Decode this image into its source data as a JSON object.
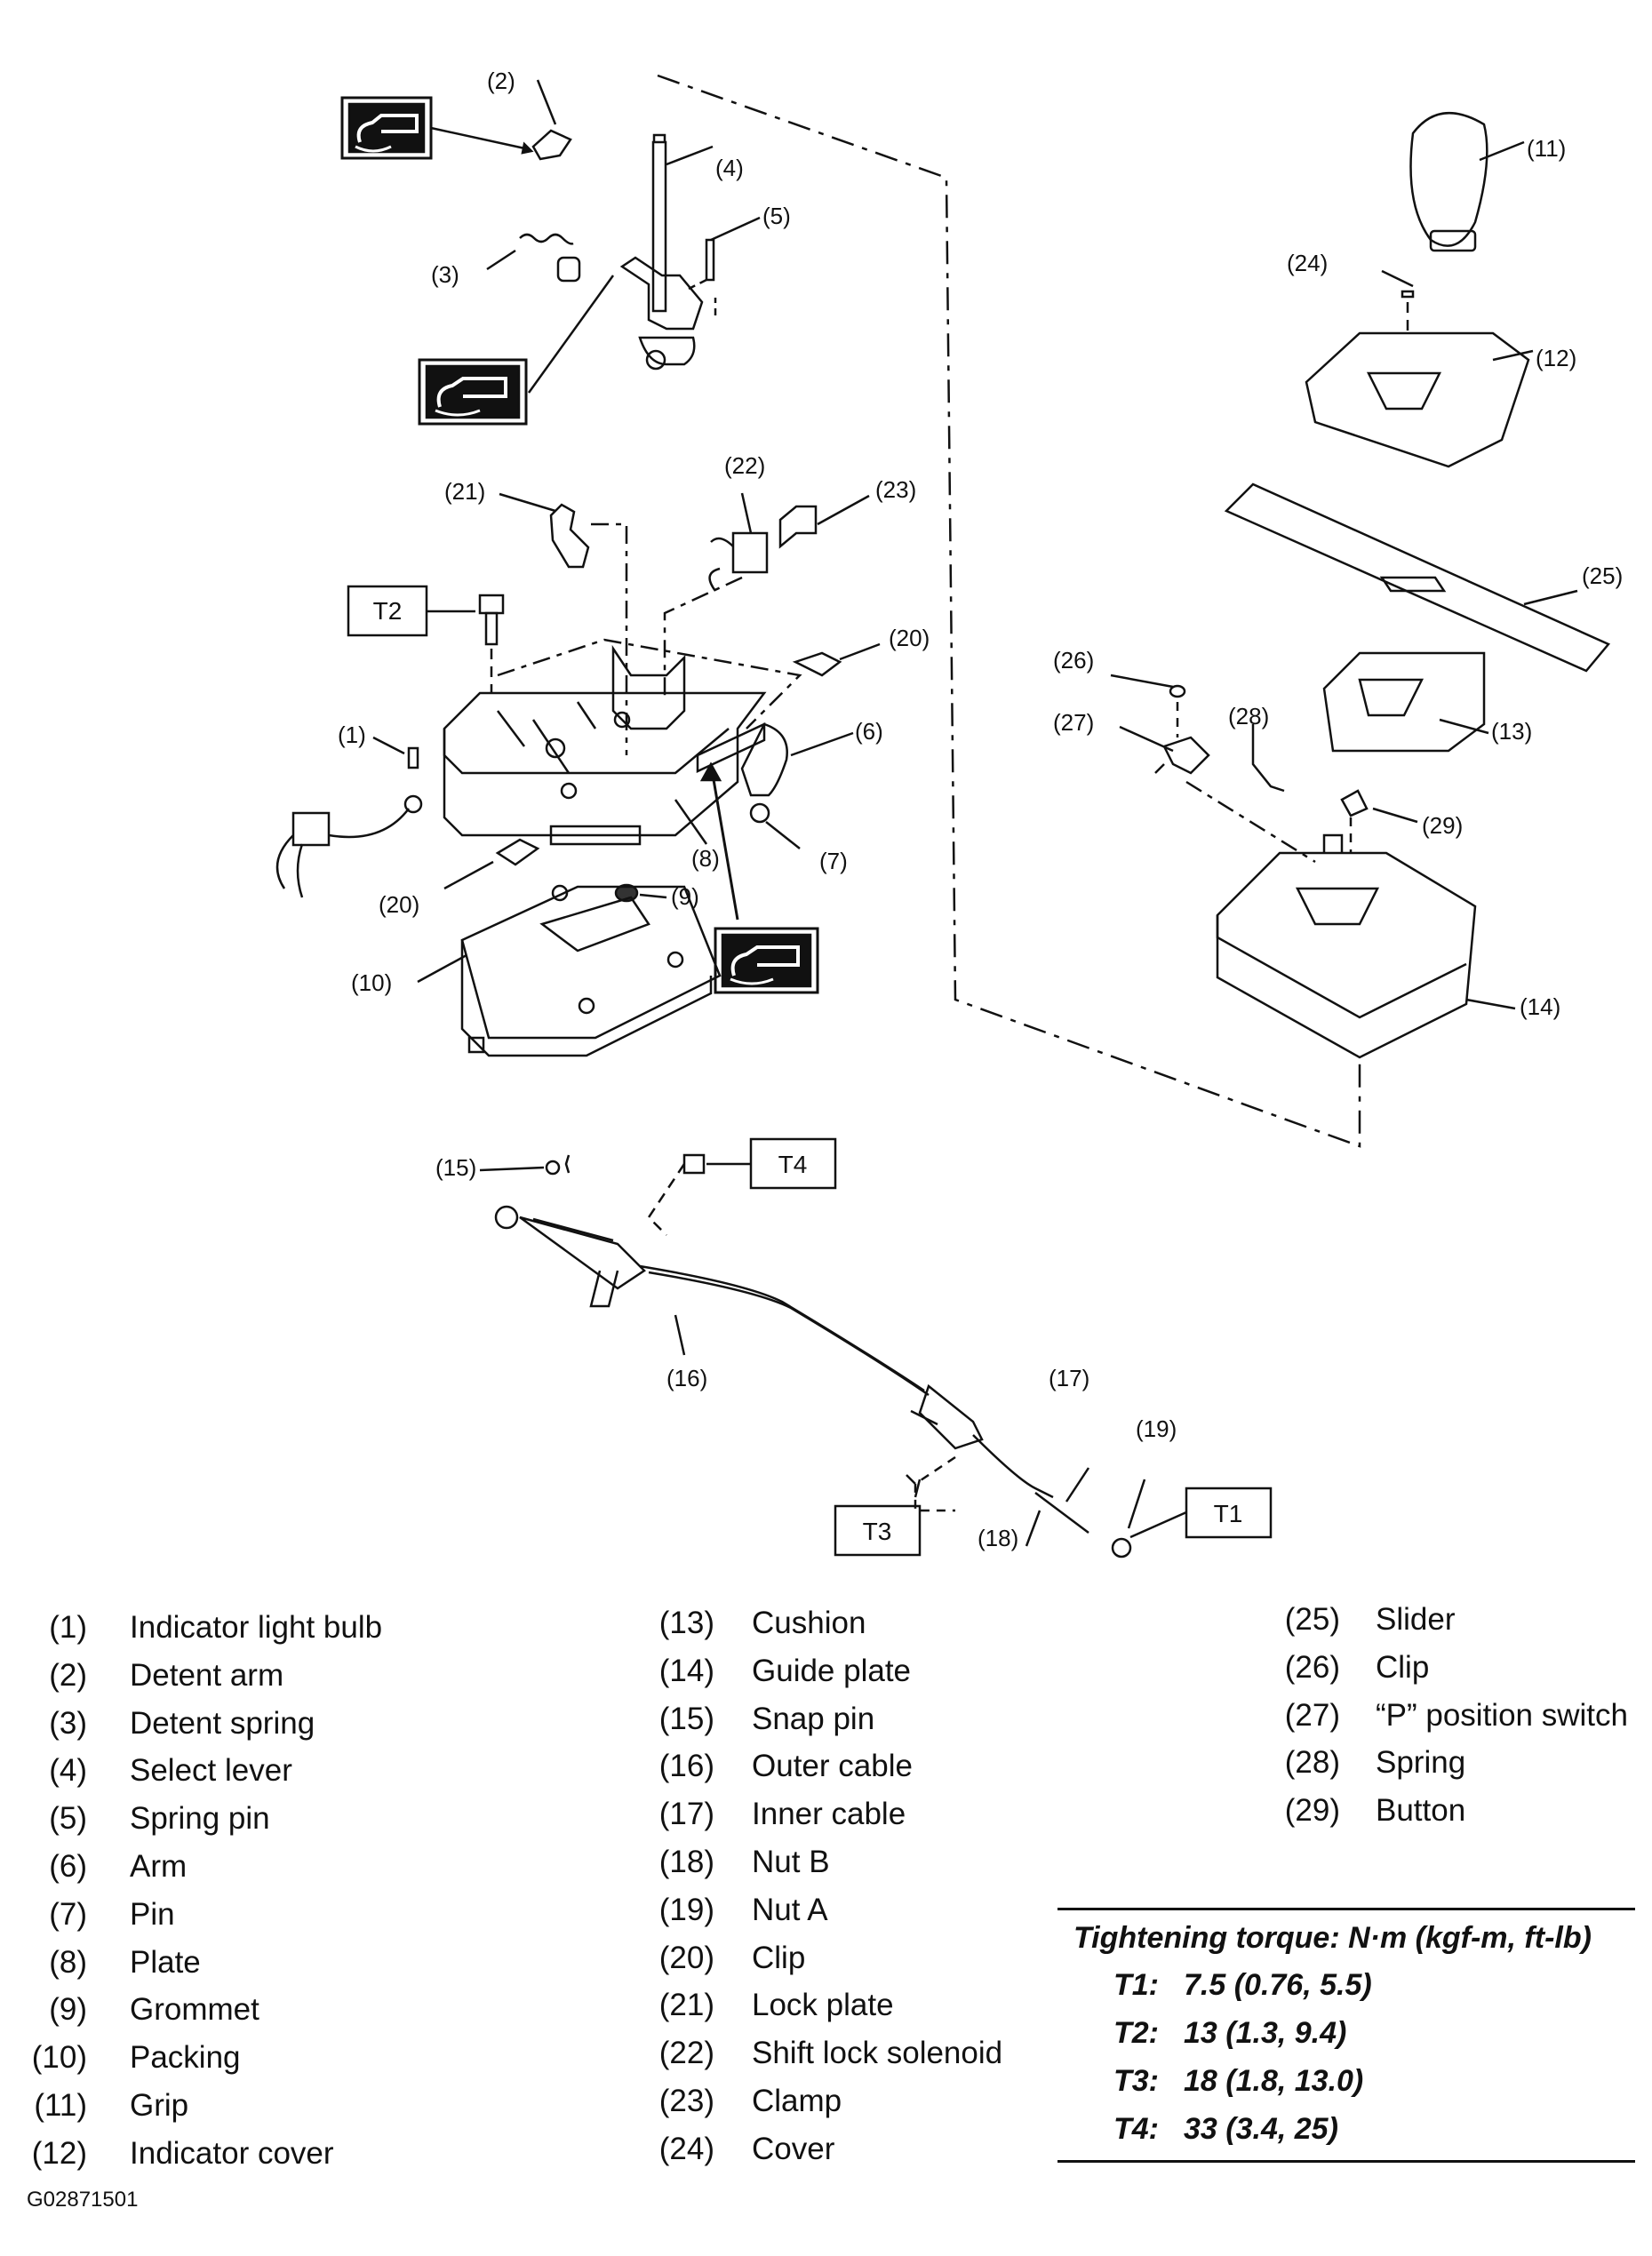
{
  "callouts": {
    "c1": "(1)",
    "c2": "(2)",
    "c3": "(3)",
    "c4": "(4)",
    "c5": "(5)",
    "c6": "(6)",
    "c7": "(7)",
    "c8": "(8)",
    "c9": "(9)",
    "c10": "(10)",
    "c11": "(11)",
    "c12": "(12)",
    "c13": "(13)",
    "c14": "(14)",
    "c15": "(15)",
    "c16": "(16)",
    "c17": "(17)",
    "c18": "(18)",
    "c19": "(19)",
    "c20a": "(20)",
    "c20b": "(20)",
    "c21": "(21)",
    "c22": "(22)",
    "c23": "(23)",
    "c24": "(24)",
    "c25": "(25)",
    "c26": "(26)",
    "c27": "(27)",
    "c28": "(28)",
    "c29": "(29)",
    "t1": "T1",
    "t2": "T2",
    "t3": "T3",
    "t4": "T4"
  },
  "legend": {
    "col1": [
      {
        "num": "(1)",
        "label": "Indicator light bulb"
      },
      {
        "num": "(2)",
        "label": "Detent arm"
      },
      {
        "num": "(3)",
        "label": "Detent spring"
      },
      {
        "num": "(4)",
        "label": "Select lever"
      },
      {
        "num": "(5)",
        "label": "Spring pin"
      },
      {
        "num": "(6)",
        "label": "Arm"
      },
      {
        "num": "(7)",
        "label": "Pin"
      },
      {
        "num": "(8)",
        "label": "Plate"
      },
      {
        "num": "(9)",
        "label": "Grommet"
      },
      {
        "num": "(10)",
        "label": "Packing"
      },
      {
        "num": "(11)",
        "label": "Grip"
      },
      {
        "num": "(12)",
        "label": "Indicator cover"
      }
    ],
    "col2": [
      {
        "num": "(13)",
        "label": "Cushion"
      },
      {
        "num": "(14)",
        "label": "Guide plate"
      },
      {
        "num": "(15)",
        "label": "Snap pin"
      },
      {
        "num": "(16)",
        "label": "Outer cable"
      },
      {
        "num": "(17)",
        "label": "Inner cable"
      },
      {
        "num": "(18)",
        "label": "Nut B"
      },
      {
        "num": "(19)",
        "label": "Nut A"
      },
      {
        "num": "(20)",
        "label": "Clip"
      },
      {
        "num": "(21)",
        "label": "Lock plate"
      },
      {
        "num": "(22)",
        "label": "Shift lock solenoid"
      },
      {
        "num": "(23)",
        "label": "Clamp"
      },
      {
        "num": "(24)",
        "label": "Cover"
      }
    ],
    "col3": [
      {
        "num": "(25)",
        "label": "Slider"
      },
      {
        "num": "(26)",
        "label": "Clip"
      },
      {
        "num": "(27)",
        "label": "“P” position switch"
      },
      {
        "num": "(28)",
        "label": "Spring"
      },
      {
        "num": "(29)",
        "label": "Button"
      }
    ]
  },
  "torque": {
    "title": "Tightening torque: N·m (kgf-m, ft-lb)",
    "rows": [
      {
        "key": "T1:",
        "value": "7.5 (0.76, 5.5)"
      },
      {
        "key": "T2:",
        "value": "13 (1.3, 9.4)"
      },
      {
        "key": "T3:",
        "value": "18 (1.8, 13.0)"
      },
      {
        "key": "T4:",
        "value": "33 (3.4, 25)"
      }
    ]
  },
  "figure_code": "G02871501"
}
